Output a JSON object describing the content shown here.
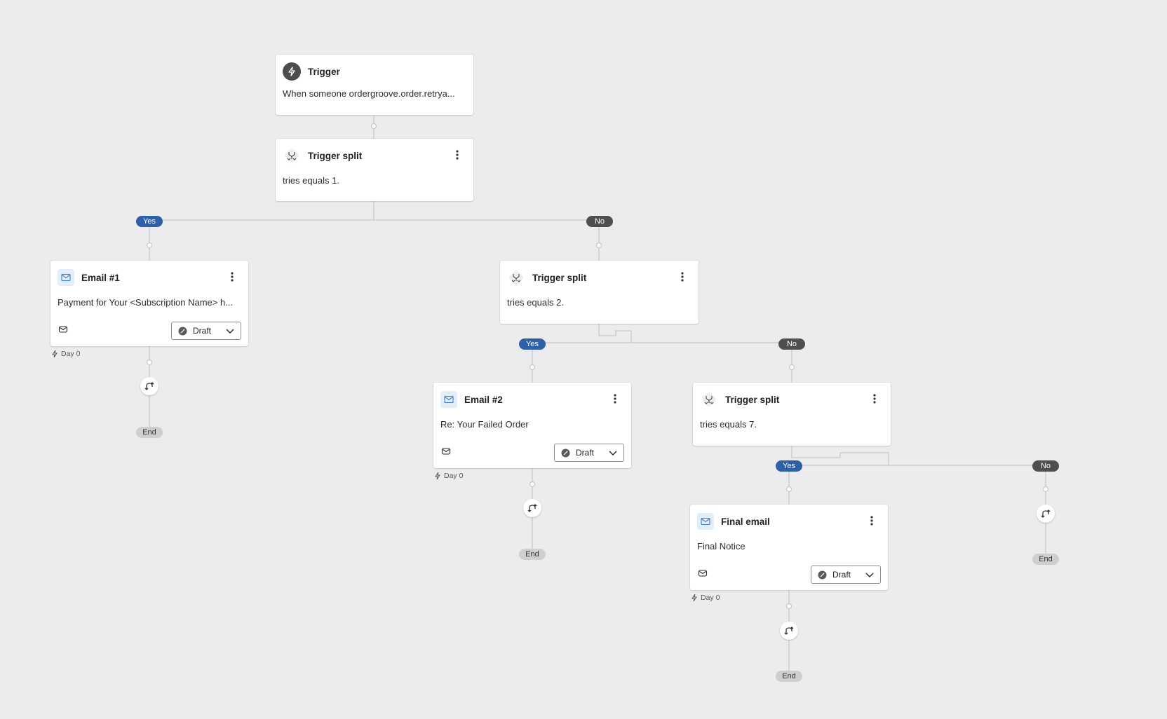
{
  "trigger": {
    "title": "Trigger",
    "description": "When someone ordergroove.order.retrya..."
  },
  "split1": {
    "title": "Trigger split",
    "condition": "tries equals 1."
  },
  "split2": {
    "title": "Trigger split",
    "condition": "tries equals 2."
  },
  "split3": {
    "title": "Trigger split",
    "condition": "tries equals 7."
  },
  "email1": {
    "title": "Email #1",
    "subject": "Payment for Your <Subscription Name> h...",
    "status": "Draft",
    "delay": "Day 0"
  },
  "email2": {
    "title": "Email #2",
    "subject": "Re: Your Failed Order",
    "status": "Draft",
    "delay": "Day 0"
  },
  "email3": {
    "title": "Final email",
    "subject": "Final Notice",
    "status": "Draft",
    "delay": "Day 0"
  },
  "branch": {
    "yes": "Yes",
    "no": "No"
  },
  "end_label": "End",
  "colors": {
    "canvas": "#ececee",
    "yes_pill": "#2f5fa7",
    "no_pill": "#4f4f51",
    "connector": "#c8c8ca"
  },
  "icons": [
    "lightning-icon",
    "split-icon",
    "mail-icon",
    "kebab-icon",
    "draft-status-icon",
    "chevron-down-icon",
    "exit-icon",
    "envelope-status-icon"
  ]
}
